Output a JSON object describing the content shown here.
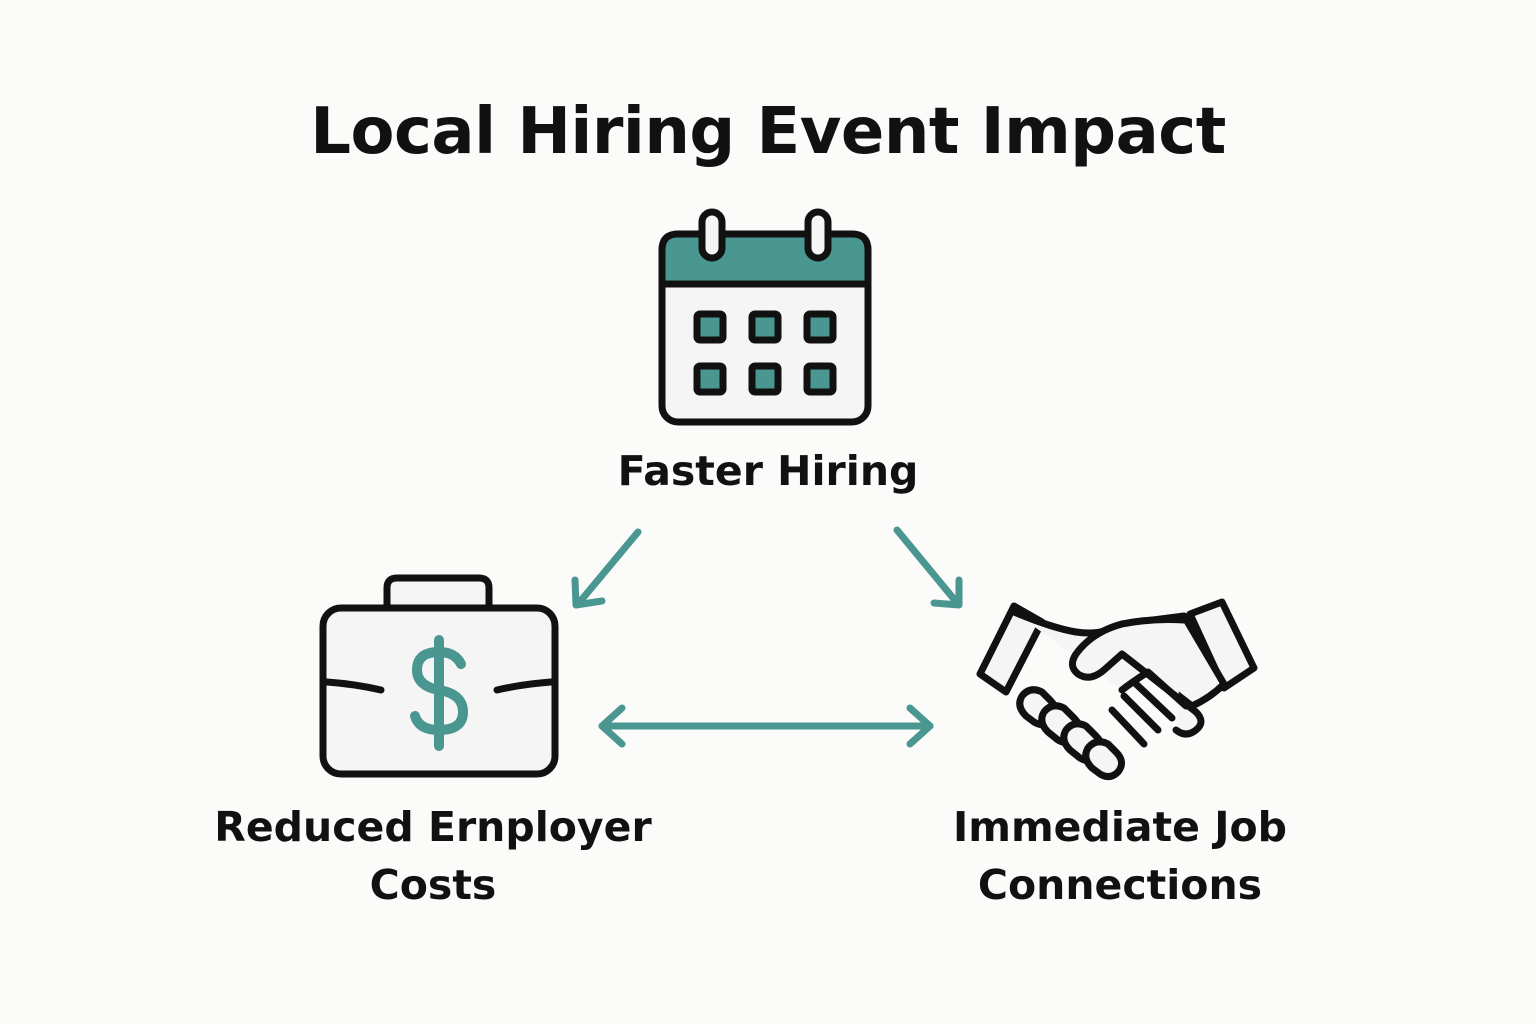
{
  "title": "Local Hiring Event Impact",
  "colors": {
    "accent": "#4a9690",
    "stroke": "#111111",
    "icon_fill": "#f4f5f4",
    "background": "#fbfbfa"
  },
  "nodes": {
    "top": {
      "label": "Faster Hiring",
      "icon": "calendar-icon"
    },
    "left": {
      "label_line1": "Reduced Ernployer",
      "label_line2": "Costs",
      "icon": "briefcase-dollar-icon"
    },
    "right": {
      "label_line1": "Immediate Job",
      "label_line2": "Connections",
      "icon": "handshake-icon"
    }
  },
  "connectors": [
    {
      "from": "top",
      "to": "left",
      "type": "one-way"
    },
    {
      "from": "top",
      "to": "right",
      "type": "one-way"
    },
    {
      "from": "left",
      "to": "right",
      "type": "two-way"
    }
  ]
}
